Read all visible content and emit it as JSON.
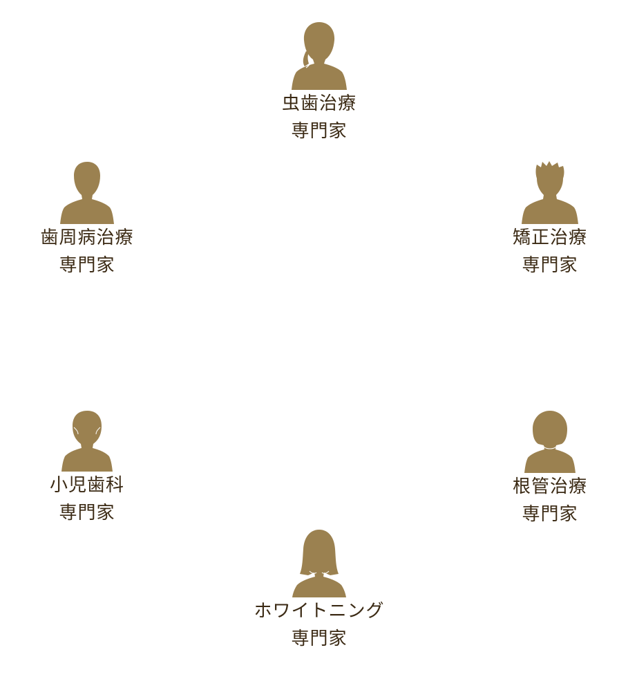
{
  "colors": {
    "silhouette": "#9b8150",
    "text": "#3b2a14"
  },
  "specialists": [
    {
      "id": "top",
      "icon": "woman-ponytail-icon",
      "line1": "虫歯治療",
      "line2": "専門家"
    },
    {
      "id": "left",
      "icon": "man-icon",
      "line1": "歯周病治療",
      "line2": "専門家"
    },
    {
      "id": "right",
      "icon": "man-spiky-hair-icon",
      "line1": "矯正治療",
      "line2": "専門家"
    },
    {
      "id": "bleft",
      "icon": "boy-icon",
      "line1": "小児歯科",
      "line2": "専門家"
    },
    {
      "id": "bright",
      "icon": "woman-bob-icon",
      "line1": "根管治療",
      "line2": "専門家"
    },
    {
      "id": "bottom",
      "icon": "woman-long-hair-icon",
      "line1": "ホワイトニング",
      "line2": "専門家"
    }
  ]
}
